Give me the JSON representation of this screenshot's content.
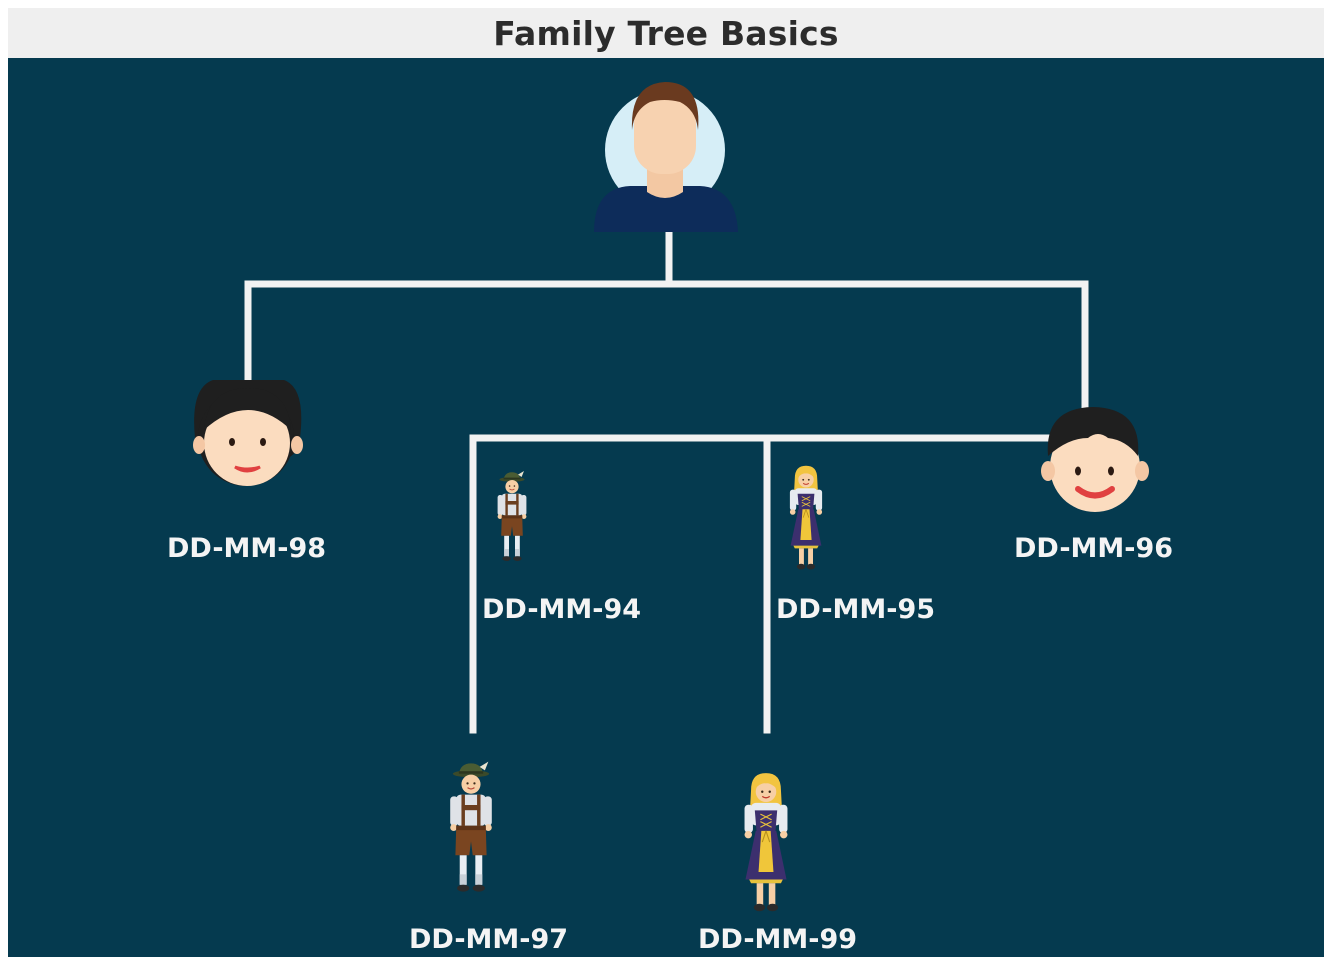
{
  "title": "Family Tree Basics",
  "colors": {
    "canvas_bg": "#053a4f",
    "connector": "#f2f2f2",
    "label_text": "#f4f4f4",
    "title_bar": "#efefef"
  },
  "nodes": {
    "root": {
      "icon": "man-avatar-icon"
    },
    "left_child": {
      "label": "DD-MM-98",
      "icon": "girl-face-icon"
    },
    "right_child": {
      "label": "DD-MM-96",
      "icon": "boy-face-icon"
    },
    "grandchild_1": {
      "label": "DD-MM-94",
      "icon": "boy-lederhosen-icon"
    },
    "grandchild_2": {
      "label": "DD-MM-95",
      "icon": "girl-dirndl-icon"
    },
    "grandchild_3": {
      "label": "DD-MM-97",
      "icon": "boy-lederhosen-icon"
    },
    "grandchild_4": {
      "label": "DD-MM-99",
      "icon": "girl-dirndl-icon"
    }
  }
}
